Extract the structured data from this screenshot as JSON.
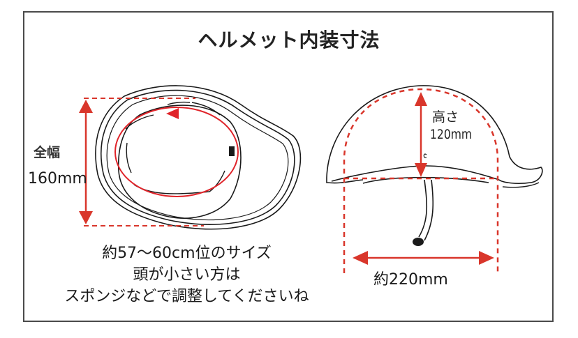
{
  "title": "ヘルメット内装寸法",
  "top_view": {
    "width_label": "全幅",
    "width_value": "160mm"
  },
  "side_view": {
    "height_label": "高さ",
    "height_value": "120mm",
    "depth_value": "約220mm"
  },
  "notes": [
    "約57〜60cm位のサイズ",
    "頭が小さい方は",
    "スポンジなどで調整してくださいね"
  ],
  "colors": {
    "dimension_red": "#d9362b",
    "ellipse_red": "#e0242a",
    "line_black": "#1a1a1a",
    "frame": "#4a4a4a"
  }
}
